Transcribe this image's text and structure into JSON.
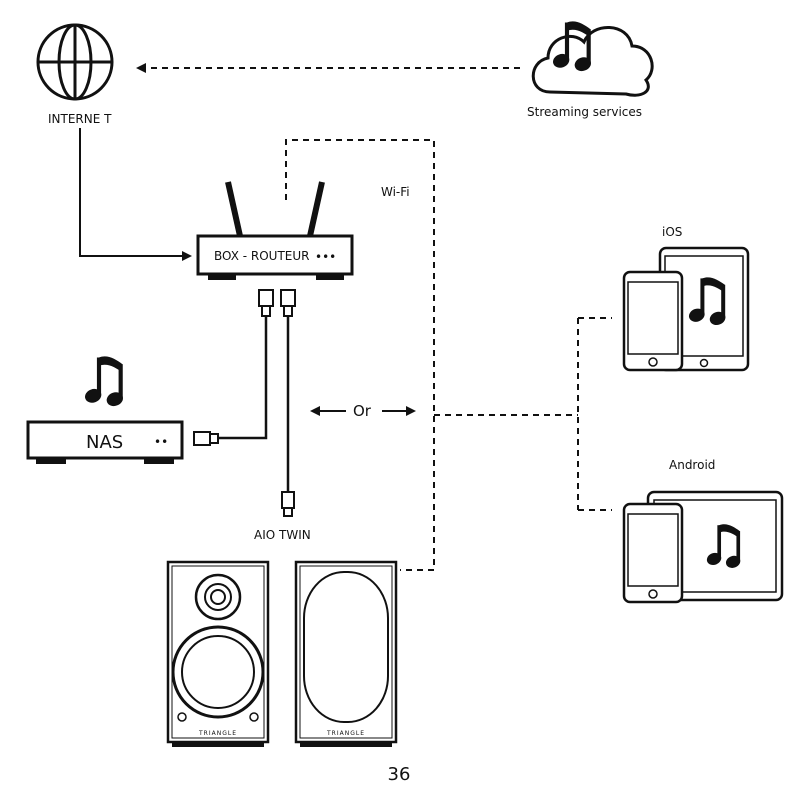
{
  "labels": {
    "internet": "INTERNE T",
    "streaming": "Streaming services",
    "wifi": "Wi-Fi",
    "router": "BOX - ROUTEUR",
    "router_dots": "•••",
    "nas": "NAS",
    "nas_dots": "••",
    "or": "Or",
    "aio_twin": "AIO TWIN",
    "ios": "iOS",
    "android": "Android",
    "speaker_brand": "TRIANGLE",
    "page_number": "36"
  },
  "icons": {
    "internet": "globe-icon",
    "streaming": "music-cloud-icon",
    "nas_music": "music-note-icon",
    "ios_music": "music-note-icon",
    "android_music": "music-note-icon"
  },
  "colors": {
    "line": "#111111",
    "background": "#ffffff"
  }
}
